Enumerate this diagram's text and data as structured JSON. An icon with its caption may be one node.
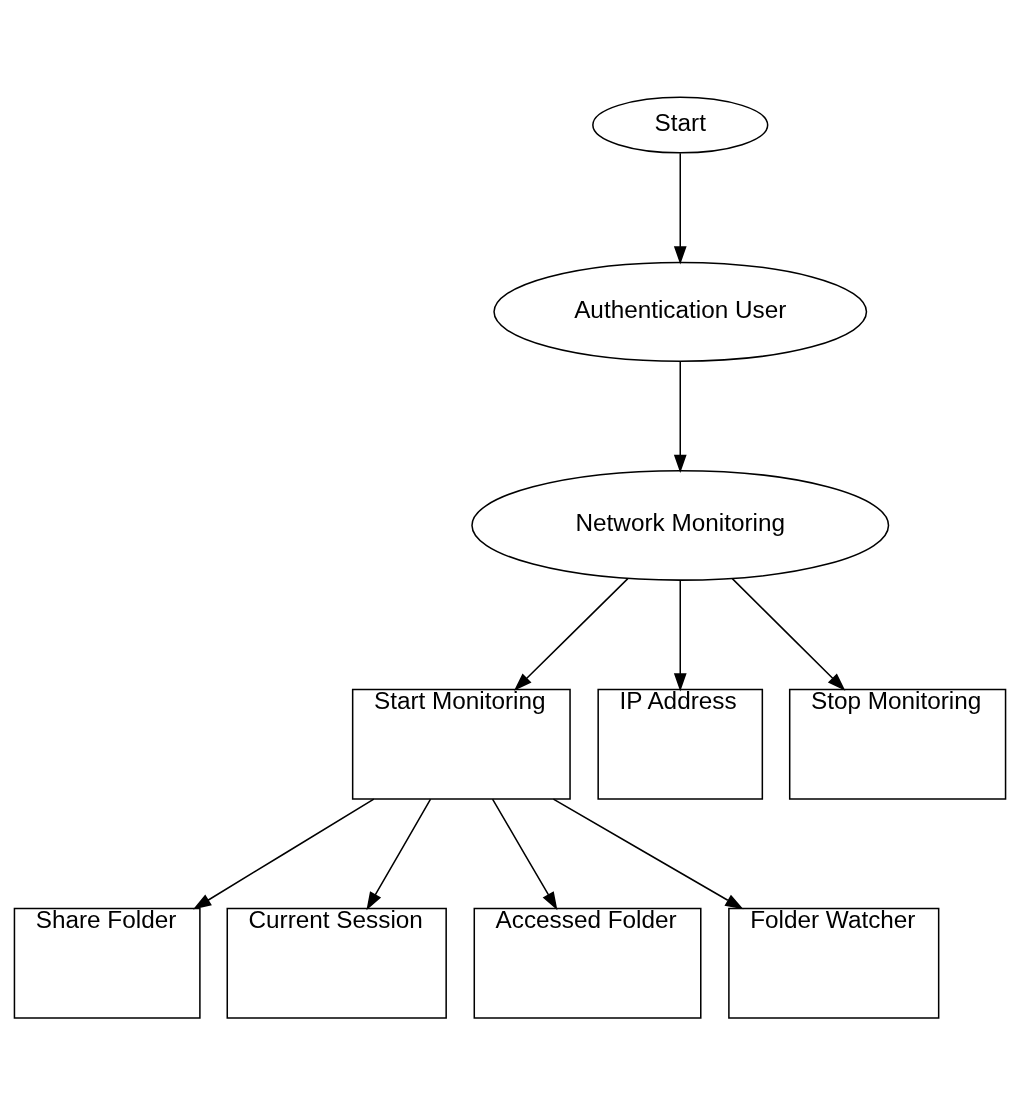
{
  "diagram": {
    "nodes": [
      {
        "text": [
          "Start"
        ]
      },
      {
        "text": [
          "Authentication User"
        ]
      },
      {
        "text": [
          "Network Monitoring"
        ]
      },
      {
        "text": [
          "Start Monitoring"
        ]
      },
      {
        "text": [
          "IP Address"
        ]
      },
      {
        "text": [
          "Stop Monitoring"
        ]
      },
      {
        "text": [
          "Share Folder"
        ]
      },
      {
        "text": [
          "Current Session"
        ]
      },
      {
        "text": [
          "Accessed Folder"
        ]
      },
      {
        "text": [
          "Folder Watcher"
        ]
      }
    ],
    "edges": [
      {
        "from": 0,
        "to": 1,
        "arrow": "to"
      },
      {
        "from": 1,
        "to": 2,
        "arrow": "to"
      },
      {
        "from": 2,
        "to": 3,
        "arrow": "to"
      },
      {
        "from": 2,
        "to": 4,
        "arrow": "to"
      },
      {
        "from": 2,
        "to": 5,
        "arrow": "to"
      },
      {
        "from": 3,
        "to": 6,
        "arrow": "to"
      },
      {
        "from": 3,
        "to": 7,
        "arrow": "to"
      },
      {
        "from": 3,
        "to": 8,
        "arrow": "to"
      },
      {
        "from": 3,
        "to": 9,
        "arrow": "to"
      }
    ]
  }
}
